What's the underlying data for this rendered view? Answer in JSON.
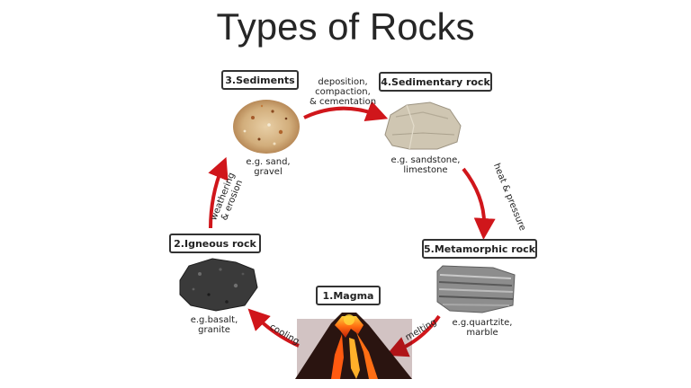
{
  "title": "Types of Rocks",
  "stages": {
    "magma": "1.Magma",
    "igneous": "2.Igneous rock",
    "sediments": "3.Sediments",
    "sedimentary": "4.Sedimentary rock",
    "metamorphic": "5.Metamorphic rock"
  },
  "examples": {
    "sediments": [
      "e.g. sand,",
      "gravel"
    ],
    "sedimentary": [
      "e.g. sandstone,",
      "limestone"
    ],
    "metamorphic": [
      "e.g.quartzite,",
      "marble"
    ],
    "igneous": [
      "e.g.basalt,",
      "granite"
    ]
  },
  "processes": {
    "deposition": [
      "deposition,",
      "compaction,",
      "& cementation"
    ],
    "heat": "heat & pressure",
    "melting": "melting",
    "cooling": "cooling",
    "weathering": [
      "weathering",
      "& erosion"
    ]
  },
  "colors": {
    "arrow": "#d0161b",
    "title": "#262626"
  }
}
